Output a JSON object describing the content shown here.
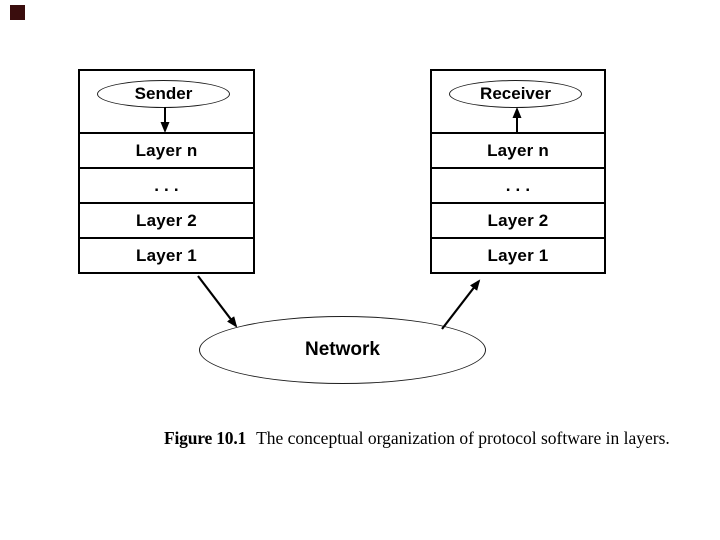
{
  "slide": {
    "background_color": "#ffffff",
    "decoration_color": "#3a0d0d",
    "line_color": "#000000"
  },
  "sender_stack": {
    "oval_label": "Sender",
    "layers": [
      "Layer n",
      ". . .",
      "Layer 2",
      "Layer 1"
    ]
  },
  "receiver_stack": {
    "oval_label": "Receiver",
    "layers": [
      "Layer n",
      ". . .",
      "Layer 2",
      "Layer 1"
    ]
  },
  "network": {
    "label": "Network"
  },
  "caption": {
    "figure_label": "Figure 10.1",
    "text": "The conceptual organization of protocol software in layers."
  }
}
